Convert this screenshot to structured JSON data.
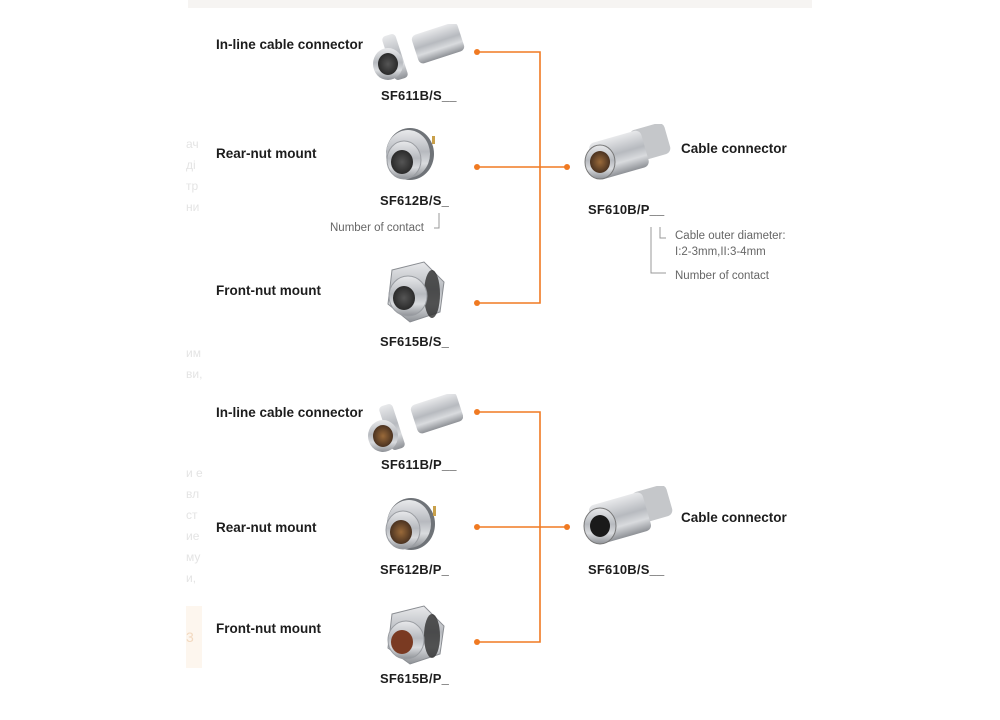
{
  "accent_color": "#f07a22",
  "group1": {
    "left": [
      {
        "label": "In-line cable connector",
        "code": "SF611B/S__",
        "icon": "inline-cable-connector-female-icon"
      },
      {
        "label": "Rear-nut mount",
        "code": "SF612B/S_",
        "icon": "rear-nut-mount-female-icon"
      },
      {
        "label": "Front-nut mount",
        "code": "SF615B/S_",
        "icon": "front-nut-mount-female-icon"
      }
    ],
    "note_left": "Number of contact",
    "right": {
      "label": "Cable connector",
      "code": "SF610B/P__",
      "icon": "cable-connector-male-icon"
    },
    "note_right_1": "Cable outer diameter:",
    "note_right_2": "I:2-3mm,II:3-4mm",
    "note_right_3": "Number of contact"
  },
  "group2": {
    "left": [
      {
        "label": "In-line cable connector",
        "code": "SF611B/P__",
        "icon": "inline-cable-connector-male-icon"
      },
      {
        "label": "Rear-nut mount",
        "code": "SF612B/P_",
        "icon": "rear-nut-mount-male-icon"
      },
      {
        "label": "Front-nut mount",
        "code": "SF615B/P_",
        "icon": "front-nut-mount-male-icon"
      }
    ],
    "right": {
      "label": "Cable connector",
      "code": "SF610B/S__",
      "icon": "cable-connector-female-icon"
    }
  },
  "ghost_text": [
    "ач",
    "ді",
    "тр",
    "ни",
    "им",
    "ви,",
    "и е",
    "вл",
    "ст",
    "ие",
    "му",
    "и,"
  ],
  "ghost_box": "3"
}
